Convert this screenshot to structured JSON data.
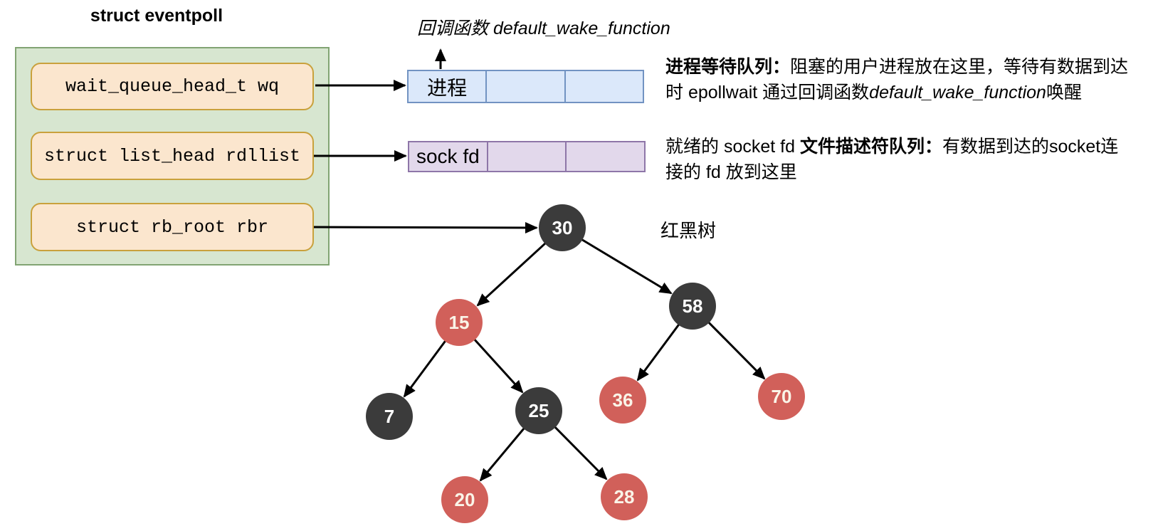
{
  "title": "struct eventpoll",
  "colors": {
    "green_fill": "#d7e6d0",
    "green_border": "#82a473",
    "field_fill": "#fbe6ce",
    "field_border": "#c9a13c",
    "blue_fill": "#dbe8fa",
    "blue_border": "#7293c2",
    "purple_fill": "#e2d8eb",
    "purple_border": "#8e76a8",
    "node_black": "#3b3b3b",
    "node_red": "#d1605a",
    "arrow": "#000000"
  },
  "eventpoll": {
    "fields": [
      {
        "label": "wait_queue_head_t wq"
      },
      {
        "label": "struct list_head rdllist"
      },
      {
        "label": "struct rb_root rbr"
      }
    ]
  },
  "callback_label": "回调函数 default_wake_function",
  "wait_queue_box": {
    "cells": [
      "进程",
      "",
      ""
    ]
  },
  "ready_list_box": {
    "cells": [
      "sock fd",
      "",
      ""
    ]
  },
  "descriptions": {
    "wait_queue": {
      "seg_bold": "进程等待队列：",
      "seg_normal": "阻塞的用户进程放在这里，等待有数据到达时 epollwait 通过回调函数",
      "seg_italic": "default_wake_function",
      "seg_tail": "唤醒"
    },
    "ready_list": {
      "seg_head": "就绪的 socket fd ",
      "seg_bold": "文件描述符队列：",
      "seg_tail": "有数据到达的socket连接的 fd 放到这里"
    }
  },
  "tree": {
    "label": "红黑树",
    "nodes": [
      {
        "value": "30",
        "color": "black"
      },
      {
        "value": "15",
        "color": "red"
      },
      {
        "value": "58",
        "color": "black"
      },
      {
        "value": "7",
        "color": "black"
      },
      {
        "value": "25",
        "color": "black"
      },
      {
        "value": "36",
        "color": "red"
      },
      {
        "value": "70",
        "color": "red"
      },
      {
        "value": "20",
        "color": "red"
      },
      {
        "value": "28",
        "color": "red"
      }
    ],
    "edges": [
      [
        "30",
        "15"
      ],
      [
        "30",
        "58"
      ],
      [
        "15",
        "7"
      ],
      [
        "15",
        "25"
      ],
      [
        "58",
        "36"
      ],
      [
        "58",
        "70"
      ],
      [
        "25",
        "20"
      ],
      [
        "25",
        "28"
      ]
    ]
  }
}
